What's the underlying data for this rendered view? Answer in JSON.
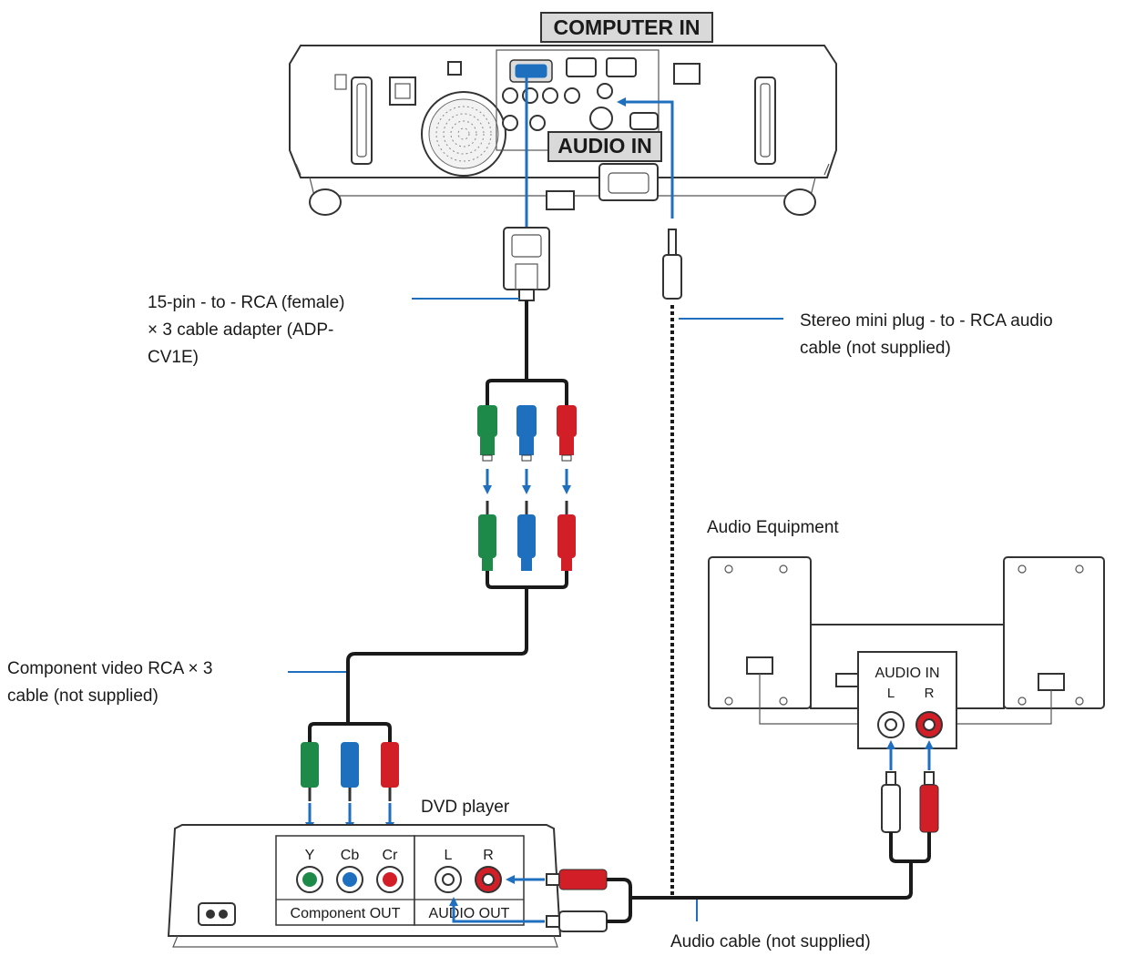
{
  "projector": {
    "computer_in_tag": "COMPUTER IN",
    "audio_in_tag": "AUDIO IN"
  },
  "callouts": {
    "adapter_label": [
      "15-pin - to - RCA (female)",
      "× 3 cable adapter (ADP-",
      "CV1E)"
    ],
    "stereo_cable_label": [
      "Stereo mini plug - to - RCA audio",
      "cable (not supplied)"
    ],
    "component_cable_label": [
      "Component video RCA × 3",
      "cable (not supplied)"
    ],
    "audio_cable_label": "Audio cable (not supplied)"
  },
  "audio_equipment": {
    "title": "Audio Equipment",
    "panel_title": "AUDIO IN",
    "left": "L",
    "right": "R"
  },
  "dvd_player": {
    "title": "DVD player",
    "jacks": [
      "Y",
      "Cb",
      "Cr"
    ],
    "component_label": "Component OUT",
    "audio_left": "L",
    "audio_right": "R",
    "audio_label": "AUDIO OUT"
  },
  "colors": {
    "green": "#1e8a4a",
    "blue": "#1f6fbf",
    "red": "#d21e26",
    "arrow": "#1f6fbf"
  }
}
